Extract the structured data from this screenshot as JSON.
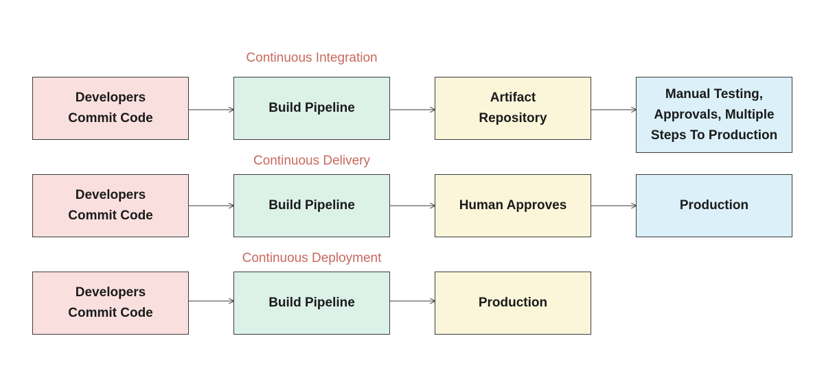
{
  "sections": [
    {
      "title": "Continuous Integration",
      "boxes": [
        "Developers\nCommit Code",
        "Build Pipeline",
        "Artifact\nRepository",
        "Manual Testing,\nApprovals, Multiple\nSteps To Production"
      ]
    },
    {
      "title": "Continuous Delivery",
      "boxes": [
        "Developers\nCommit Code",
        "Build Pipeline",
        "Human Approves",
        "Production"
      ]
    },
    {
      "title": "Continuous Deployment",
      "boxes": [
        "Developers\nCommit Code",
        "Build Pipeline",
        "Production"
      ]
    }
  ],
  "colors": {
    "title": "#c8695f",
    "developers": "#f9e0df",
    "build": "#dcf1e8",
    "intermediate": "#fbf6da",
    "final": "#dbf0f9",
    "border": "#3a3a3a"
  }
}
